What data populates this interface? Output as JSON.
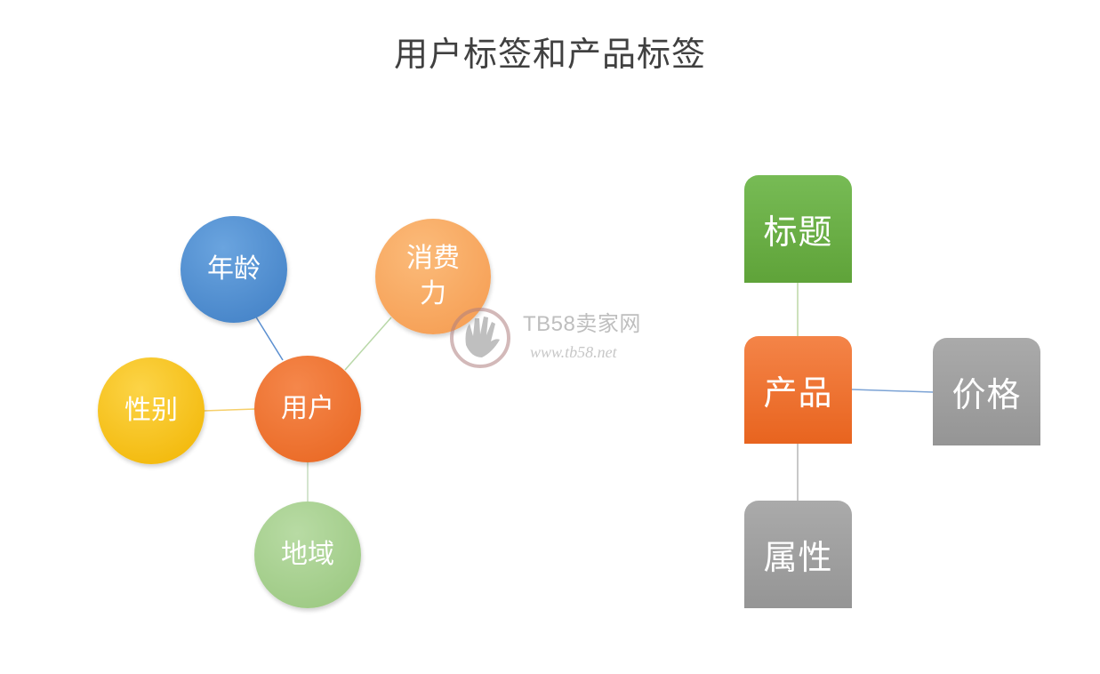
{
  "title": "用户标签和产品标签",
  "user_tags": {
    "center": "用户",
    "nodes": [
      "年龄",
      "性别",
      "地域",
      "消费力"
    ]
  },
  "product_tags": {
    "center": "产品",
    "nodes": [
      "标题",
      "价格",
      "属性"
    ]
  },
  "watermark": {
    "brand": "TB58卖家网",
    "url": "www.tb58.net"
  },
  "colors": {
    "blue": "#4a86c8",
    "yellow": "#f6bd16",
    "green_light": "#a8d08d",
    "orange_light": "#f7a660",
    "orange": "#ed7031",
    "green": "#6aae45",
    "gray": "#a0a0a0"
  }
}
